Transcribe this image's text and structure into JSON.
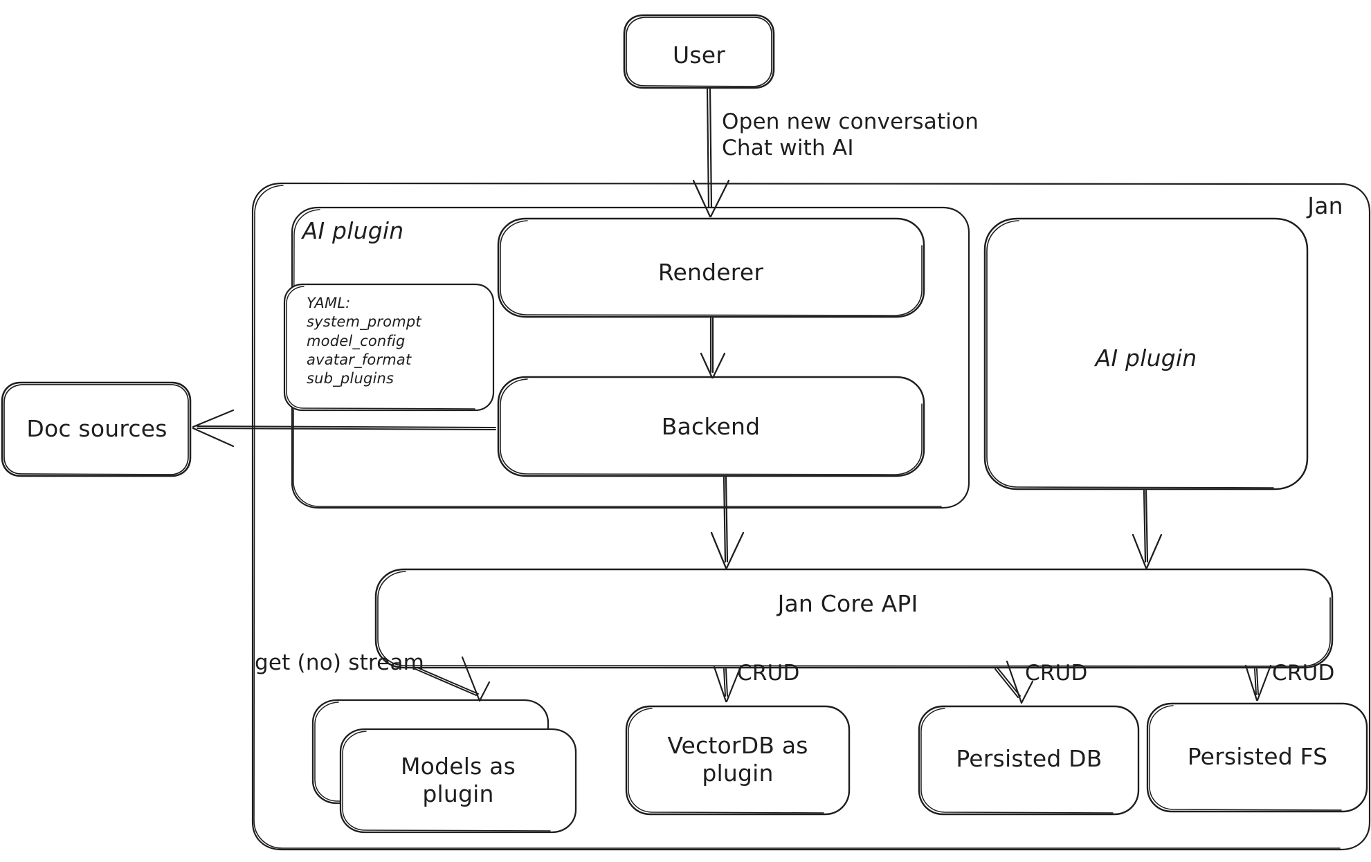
{
  "diagram": {
    "title": "Jan architecture",
    "style": "hand-drawn",
    "stroke_color": "#1e1e1e",
    "background_color": "#ffffff"
  },
  "groups": {
    "outer": {
      "label": "Jan"
    },
    "ai_plugin_group": {
      "label": "AI plugin"
    }
  },
  "nodes": {
    "user": {
      "label": "User"
    },
    "renderer": {
      "label": "Renderer"
    },
    "backend": {
      "label": "Backend"
    },
    "ai_plugin_right": {
      "label": "AI plugin"
    },
    "doc_sources": {
      "label": "Doc sources"
    },
    "jan_core_api": {
      "label": "Jan Core API"
    },
    "models_as_plugin": {
      "label": "Models as\nplugin"
    },
    "vectordb_as_plugin": {
      "label": "VectorDB as\nplugin"
    },
    "persisted_db": {
      "label": "Persisted DB"
    },
    "persisted_fs": {
      "label": "Persisted FS"
    }
  },
  "yaml_card": {
    "header": "YAML:",
    "keys": "system_prompt\nmodel_config\navatar_format\nsub_plugins",
    "full_text": "YAML:\nsystem_prompt\nmodel_config\navatar_format\nsub_plugins"
  },
  "edges": {
    "user_to_renderer": {
      "label": "Open new conversation\nChat with AI",
      "from": "user",
      "to": "renderer"
    },
    "renderer_to_backend": {
      "label": "",
      "from": "renderer",
      "to": "backend"
    },
    "backend_to_doc_sources": {
      "label": "",
      "from": "backend",
      "to": "doc_sources"
    },
    "backend_to_core": {
      "label": "",
      "from": "backend",
      "to": "jan_core_api"
    },
    "ai_plugin_to_core": {
      "label": "",
      "from": "ai_plugin_right",
      "to": "jan_core_api"
    },
    "core_to_models": {
      "label": "get (no) stream",
      "from": "jan_core_api",
      "to": "models_as_plugin"
    },
    "core_to_vectordb": {
      "label": "CRUD",
      "from": "jan_core_api",
      "to": "vectordb_as_plugin"
    },
    "core_to_persisted_db": {
      "label": "CRUD",
      "from": "jan_core_api",
      "to": "persisted_db"
    },
    "core_to_persisted_fs": {
      "label": "CRUD",
      "from": "jan_core_api",
      "to": "persisted_fs"
    }
  }
}
